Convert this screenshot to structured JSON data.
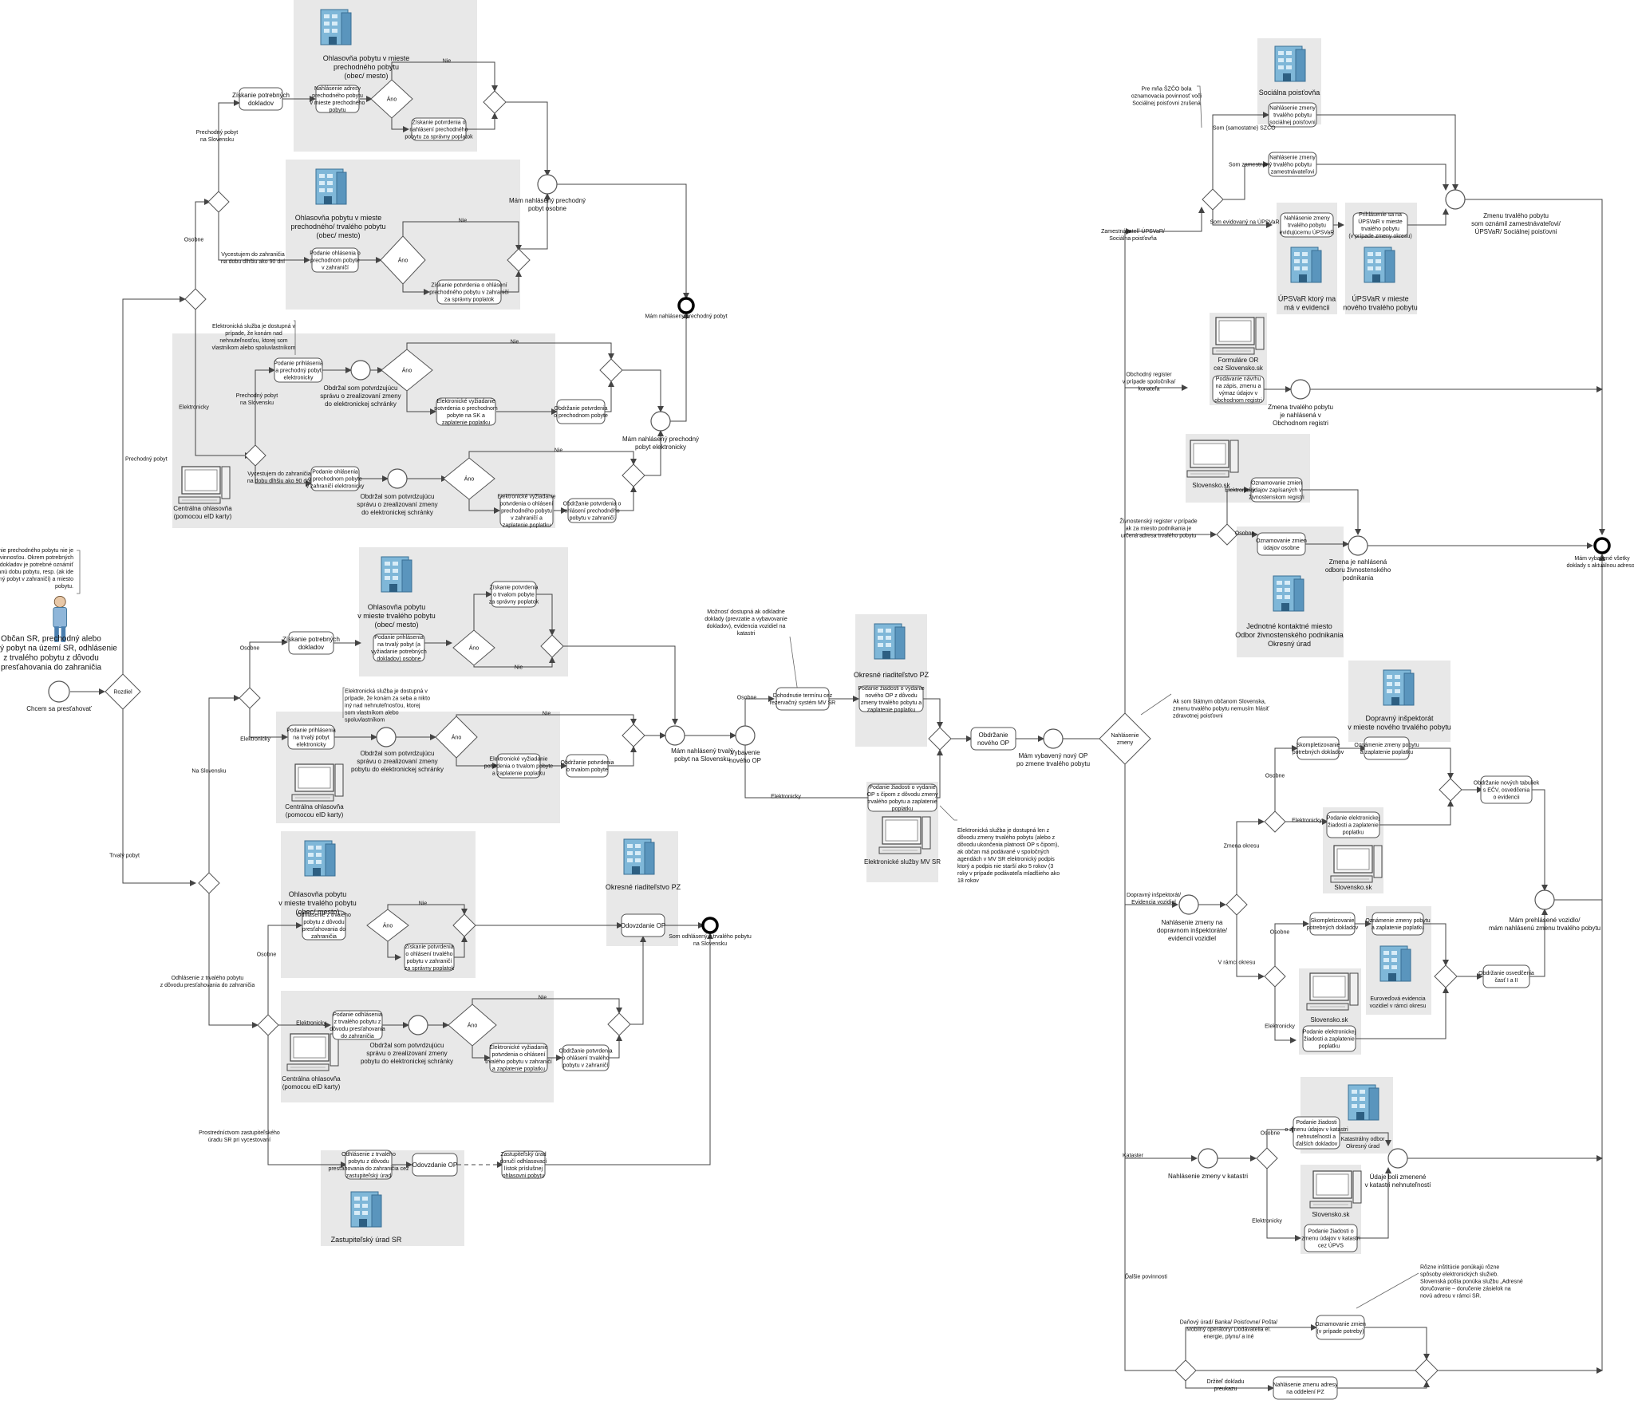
{
  "actor": {
    "title": [
      "Občan SR, prechodný alebo",
      "trvalý pobyt na území SR, odhlásenie",
      "z trvalého pobytu z dôvodu",
      "presťahovania do zahraničia"
    ],
    "note": [
      "Hlásenie prechodného pobytu nie je",
      "povinnosťou. Okrem potrebných",
      "dokladov je potrebné oznámiť",
      "predpokladanú dobu pobytu, resp. (ak ide",
      "o prechodný pobyt v zahraničí) a miesto",
      "pobytu."
    ]
  },
  "start_event": "Chcem sa presťahovať",
  "gateways": {
    "decide": "Rozdiel",
    "prechodny_pobyt": "Prechodný pobyt",
    "trvaly_pobyt": "Trvalý pobyt",
    "osobne": "Osobne",
    "elektronicky": "Elektronicky",
    "prechodny_na_slovensku": [
      "Prechodný pobyt",
      "na Slovensku"
    ],
    "vycestujem": [
      "Vycestujem do zahraničia",
      "na dobu dlhšiu ako 90 dní"
    ],
    "na_slovensku": "Na Slovensku",
    "odhlasenie": [
      "Odhlásenie z trvalého pobytu",
      "z dôvodu presťahovania do zahraničia"
    ],
    "prostrednictvom": [
      "Prostredníctvom zastupiteľského",
      "úradu SR pri vycestovaní"
    ],
    "nie": "Nie",
    "ano": "Áno"
  },
  "pools": {
    "p1": [
      "Ohlasovňa pobytu v mieste",
      "prechodného pobytu",
      "(obec/ mesto)"
    ],
    "p2": [
      "Ohlasovňa pobytu v mieste",
      "prechodného/ trvalého pobytu",
      "(obec/ mesto)"
    ],
    "p3_label": [
      "Centrálna ohlasovňa",
      "(pomocou eID karty)"
    ],
    "p4": [
      "Ohlasovňa pobytu",
      "v mieste trvalého pobytu",
      "(obec/ mesto)"
    ],
    "p5_label": [
      "Centrálna ohlasovňa",
      "(pomocou eID karty)"
    ],
    "p6": [
      "Ohlasovňa pobytu",
      "v mieste trvalého pobytu",
      "(obec/ mesto)"
    ],
    "p7": "Okresné riaditeľstvo PZ",
    "p8_label": [
      "Centrálna ohlasovňa",
      "(pomocou eID karty)"
    ],
    "p9": "Zastupiteľský úrad SR",
    "p10": "Okresné riaditeľstvo PZ",
    "p11": "Elektronické služby MV SR",
    "sp": "Sociálna poisťovňa",
    "upsvr1": [
      "ÚPSVaR ktorý ma",
      "má v evidencii"
    ],
    "upsvr2": [
      "ÚPSVaR v mieste",
      "nového trvalého pobytu"
    ],
    "formulare": [
      "Formuláre OR",
      "cez Slovensko.sk"
    ],
    "slovensko1": "Slovensko.sk",
    "jkm": [
      "Jednotné kontaktné miesto",
      "Odbor živnostenského podnikania",
      "Okresný úrad"
    ],
    "di": [
      "Dopravný inšpektorát",
      "v mieste nového trvalého pobytu"
    ],
    "slovensko2": "Slovensko.sk",
    "evidencia": [
      "Euroveďová evidencia",
      "vozidiel v rámci okresu"
    ],
    "slovensko3": "Slovensko.sk",
    "katastralny": [
      "Katastrálny odbor",
      "Okresný úrad"
    ],
    "slovensko4": "Slovensko.sk"
  },
  "tasks": {
    "t1": [
      "Získanie potrebných",
      "dokladov"
    ],
    "t2": [
      "Nahlásenie adresy",
      "prechodného pobytu",
      "v mieste prechodného",
      "pobytu"
    ],
    "t3": [
      "Získanie potvrdenia o",
      "nahlásení prechodného",
      "pobytu za správny poplatok"
    ],
    "t4": [
      "Podanie ohlásenia o",
      "prechodnom pobyte",
      "v zahraničí"
    ],
    "t5": [
      "Získanie potvrdenia o ohlásení",
      "prechodného pobytu v zahraničí",
      "za správny poplatok"
    ],
    "t6": [
      "Podanie prihlásenia",
      "a prechodný pobyt",
      "elektronicky"
    ],
    "t7": [
      "Elektronické vyžiadanie",
      "potvrdenia o prechodnom",
      "pobyte na SK a",
      "zaplatenie poplatku"
    ],
    "t8": [
      "Obdržanie potvrdenia",
      "o prechodnom pobyte"
    ],
    "t9": [
      "Podanie ohlásenia",
      "o prechodnom pobyte",
      "v zahraničí elektronicky"
    ],
    "t10": [
      "Elektronické vyžiadanie",
      "potvrdenia o ohlásení",
      "prechodného pobytu",
      "v zahraničí a",
      "zaplatenie poplatku"
    ],
    "t11": [
      "Obdržanie potvrdenia o",
      "ohlásení prechodného",
      "pobytu v zahraničí"
    ],
    "t12": [
      "Získanie potrebných",
      "dokladov"
    ],
    "t13": [
      "Podanie prihlásenia",
      "na trvalý pobyt (a",
      "vyžiadanie potrebných",
      "dokladov) osobne"
    ],
    "t14": [
      "Získanie potvrdenia",
      "o trvalom pobyte",
      "za správny poplatok"
    ],
    "t15": [
      "Podanie prihlásenia",
      "na trvalý pobyt",
      "elektronicky"
    ],
    "t16": [
      "Elektronické vyžiadanie",
      "potvrdenia o trvalom pobyte",
      "a zaplatenie poplatku"
    ],
    "t17": [
      "Obdržanie potvrdenia",
      "o trvalom pobyte"
    ],
    "t18": [
      "Odhlásenie z trvalého",
      "pobytu z dôvodu",
      "presťahovania do",
      "zahraničia"
    ],
    "t19": [
      "Získanie potvrdenia",
      "o ohlásení trvalého",
      "pobytu v zahraničí",
      "za správny poplatok"
    ],
    "t20": "Odovzdanie OP",
    "t21": [
      "Podanie odhlásenia",
      "z trvalého pobytu z",
      "dôvodu presťahovania",
      "do zahraničia"
    ],
    "t22": [
      "Elektronické vyžiadanie",
      "potvrdenia o ohlásení",
      "trvalého pobytu v zahraničí",
      "a zaplatenie poplatku"
    ],
    "t23": [
      "Obdržanie potvrdenia",
      "o ohlásení trvalého",
      "pobytu v zahraničí"
    ],
    "t24": [
      "Odhlásenie z trvalého",
      "pobytu z dôvodu",
      "presťahovania do zahraničia cez",
      "zastupiteľský úrad"
    ],
    "t25": "Odovzdanie OP",
    "t26": [
      "Zastupiteľský úrad",
      "doručí odhlasovací",
      "lístok príslušnej",
      "ohlasovni pobytu"
    ],
    "t27": [
      "Dohodnutie termínu cez",
      "rezervačný systém MV SR"
    ],
    "t28": [
      "Podanie žiadosti o vydanie",
      "nového OP z dôvodu",
      "zmeny trvalého pobytu a",
      "zaplatenie poplatku"
    ],
    "t29": [
      "Obdržanie",
      "nového OP"
    ],
    "t30": [
      "Podanie žiadosti o vydanie",
      "OP s čipom z dôvodu zmeny",
      "trvalého pobytu a zaplatenie",
      "poplatku"
    ],
    "t31": [
      "Nahlásenie zmeny",
      "trvalého pobytu",
      "sociálnej poisťovni"
    ],
    "t32": [
      "Nahlásenie zmeny",
      "trvalého pobytu",
      "zamestnávateľovi"
    ],
    "t33": [
      "Nahlásenie zmeny",
      "trvalého pobytu",
      "evidujúcemu ÚPSVaR"
    ],
    "t34": [
      "Prihlásenie sa na",
      "ÚPSVaR v mieste",
      "trvalého pobytu",
      "(v prípade zmeny okresu)"
    ],
    "t35": [
      "Podávanie návrhu",
      "na zápis, zmenu a",
      "výmaz údajov v",
      "obchodnom registri"
    ],
    "t36": [
      "Oznamovanie zmien",
      "údajov zapísaných v",
      "živnostenskom registri"
    ],
    "t37": [
      "Oznamovanie zmien",
      "údajov osobne"
    ],
    "t38": [
      "Skompletizovanie",
      "potrebných dokladov"
    ],
    "t39": [
      "Oznámenie zmeny pobytu",
      "a zaplatenie poplatku"
    ],
    "t40": [
      "Podanie elektronickej",
      "žiadosti a zaplatenie",
      "poplatku"
    ],
    "t41": [
      "Skompletizovanie",
      "potrebných dokladov"
    ],
    "t42": [
      "Oznámenie zmeny pobytu",
      "a zaplatenie poplatku"
    ],
    "t43": [
      "Podanie elektronickej",
      "žiadosti a zaplatenie",
      "poplatku"
    ],
    "t44": [
      "Obdržanie nových tabuliek",
      "s EČV, osvedčenia",
      "o evidencii"
    ],
    "t45": [
      "Obdržanie osvedčenia",
      "časť I a II"
    ],
    "t46": [
      "Podanie žiadosti",
      "o zmenu údajov v katastri",
      "nehnuteľností a",
      "ďalších dokladov"
    ],
    "t47": [
      "Podanie žiadosti o",
      "zmenu údajov v katastri",
      "cez ÚPVS"
    ],
    "t48": [
      "Oznamovanie zmien",
      "(v prípade potreby)"
    ],
    "t49": [
      "Nahlásenie zmenu adresy",
      "na oddelení PZ"
    ]
  },
  "events": {
    "e_mam_prechodny_osobne": [
      "Mám nahlásený prechodný",
      "pobyt osobne"
    ],
    "e_mam_prechodny_end": "Mám nahlásený prechodný pobyt",
    "e_prechodny_elektronicky": [
      "Mám nahlásený prechodný",
      "pobyt elektronicky"
    ],
    "e_obdrzal1": [
      "Obdržal som potvrdzujúcu",
      "správu o zrealizovaní zmeny",
      "do elektronickej schránky"
    ],
    "e_obdrzal2": [
      "Obdržal som potvrdzujúcu",
      "správu o zrealizovaní zmeny",
      "do elektronickej schránky"
    ],
    "e_obdrzal3": [
      "Obdržal som potvrdzujúcu",
      "správu o zrealizovaní zmeny",
      "pobytu do elektronickej schránky"
    ],
    "e_obdrzal4": [
      "Obdržal som potvrdzujúcu",
      "správu o zrealizovaní zmeny",
      "pobytu do elektronickej schránky"
    ],
    "e_mam_trvaly": [
      "Mám nahlásený trvalý",
      "pobyt na Slovensku"
    ],
    "e_vybavenie": [
      "Vybavenie",
      "nového OP"
    ],
    "e_mam_op": [
      "Mám vybavený nový OP",
      "po zmene trvalého pobytu"
    ],
    "e_odhlaseny": [
      "Som odhlásený z trvalého pobytu",
      "na Slovensku"
    ],
    "e_zmena_sp": [
      "Zmenu trvalého pobytu",
      "som oznámil zamestnávateľovi/",
      "ÚPSVaR/ Sociálnej poisťovni"
    ],
    "e_zmena_or": [
      "Zmena trvalého pobytu",
      "je nahlásená v",
      "Obchodnom registri"
    ],
    "e_zmena_zr": [
      "Zmena je nahlásená",
      "odboru živnostenského",
      "podnikania"
    ],
    "e_end_all": [
      "Mám vybavené všetky",
      "doklady s aktuálnou adresou"
    ],
    "e_nahlasenie_di": [
      "Nahlásenie zmeny na",
      "dopravnom inšpektoráte/",
      "evidencii vozidiel"
    ],
    "e_mam_vozidlo": [
      "Mám prehlásené vozidlo/",
      "mám nahlásenú zmenu trvalého pobytu"
    ],
    "e_kataster": "Nahlásenie zmeny v katastri",
    "e_udaje": [
      "Údaje boli zmenené",
      "v katastri nehnuteľností"
    ]
  },
  "labels": {
    "nahlasenie_zmeny": [
      "Nahlásenie",
      "zmeny"
    ],
    "zamestnavatel": [
      "Zamestnávateľ/ ÚPSVaR/",
      "Sociálna poisťovňa"
    ],
    "som_zamestnany": "Som zamestnaný",
    "som_evidovany": "Som evidovaný na ÚPSVaR",
    "som_szco": "Som (samostatne) SZČO",
    "obchodny_register": [
      "Obchodný register",
      "v prípade spoločníka/",
      "konateľa"
    ],
    "zivnostensky": [
      "Živnostenský register v prípade",
      "ak za miesto podnikania je",
      "určená adresa trvalého pobytu"
    ],
    "dopravny": [
      "Dopravný inšpektorát/",
      "Evidencia vozidiel"
    ],
    "zmena_okresu": "Zmena okresu",
    "v_ramci": "V rámci okresu",
    "kataster": "Kataster",
    "dalsie": "Ďalšie povinnosti",
    "danovy": [
      "Daňový úrad/ Banka/ Poisťovne/ Pošta/",
      "Mobilný operátory/ Dodávatelia el.",
      "energie, plynu/ a iné"
    ],
    "doklad_pz": [
      "Držiteľ dokladu",
      "preukazu"
    ],
    "ak_som": [
      "Ak som štátnym občanom Slovenska,",
      "zmenu trvalého pobytu nemusím hlásiť",
      "zdravotnej poisťovni"
    ],
    "moznost": [
      "Možnosť dostupná ak odkladne",
      "doklady (prevzatie a vybavovanie",
      "dokladov), evidencia vozidiel na",
      "katastri"
    ],
    "elektronicka_sluzba": [
      "Elektronická služba je dostupná v",
      "prípade, že konám nad",
      "nehnuteľnosťou, ktorej som",
      "vlastníkom alebo spoluvlastníkom"
    ],
    "elektronicka_sluzba2": [
      "Elektronická služba je dostupná v",
      "prípade, že konám za seba a nikto",
      "iný nad nehnuteľnosťou, ktorej",
      "som vlastníkom alebo",
      "spoluvlastníkom"
    ],
    "elektronicka_op": [
      "Elektronická služba je dostupná len z",
      "dôvodu zmeny trvalého pobytu (alebo z",
      "dôvodu ukončenia platnosti OP s čipom),",
      "ak občan má podávané v spoločných",
      "agendách v MV SR elektronický podpis",
      "ktorý a podpis nie starší ako 5 rokov (3",
      "roky v prípade podávateľa mladšieho ako",
      "18 rokov"
    ],
    "pre_mna": [
      "Pre mňa ŠZČO bola",
      "oznamovacia povinnosť voči",
      "Sociálnej poisťovni zrušená"
    ],
    "rozne": [
      "Rôzne inštitúcie ponúkajú rôzne",
      "spôsoby elektronických služieb.",
      "Slovenská pošta ponúka službu „Adresné",
      "doručovanie – doručenie zásielok na",
      "novú adresu v rámci SR."
    ]
  }
}
